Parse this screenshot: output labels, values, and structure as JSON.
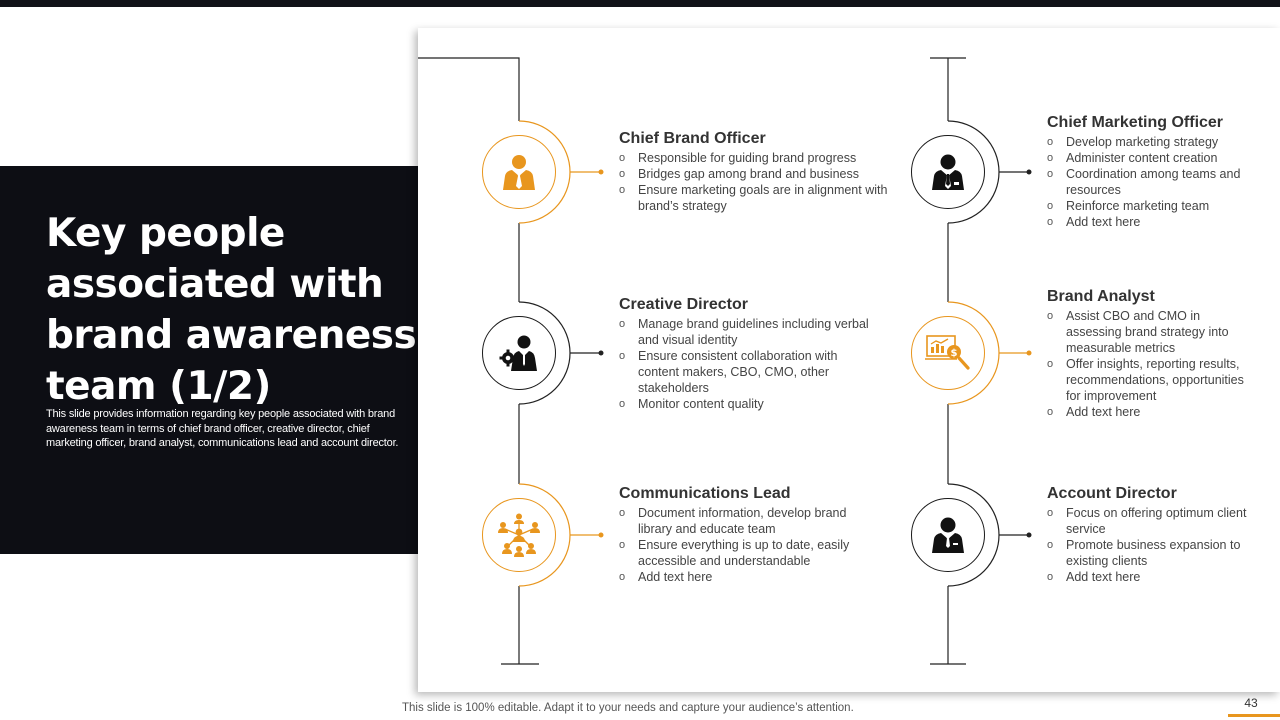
{
  "slide": {
    "title": "Key people associated with brand awareness team (1/2)",
    "description": "This slide provides information regarding key people associated with brand awareness team in terms of chief brand officer, creative director, chief marketing officer, brand analyst, communications lead and account director.",
    "footer_note": "This slide is 100% editable. Adapt it to your needs and capture your audience’s attention.",
    "page_number": "43"
  },
  "colors": {
    "accent": "#e8961e",
    "dark": "#0d0e14"
  },
  "roles": [
    {
      "title": "Chief Brand Officer",
      "icon": "businessman-icon",
      "bullets": [
        "Responsible for guiding brand progress",
        "Bridges gap among brand and business",
        "Ensure marketing goals are in alignment with brand’s strategy"
      ]
    },
    {
      "title": "Creative Director",
      "icon": "gear-person-icon",
      "bullets": [
        "Manage brand guidelines including verbal and visual identity",
        "Ensure consistent collaboration with content makers, CBO, CMO, other stakeholders",
        "Monitor content quality"
      ]
    },
    {
      "title": "Communications Lead",
      "icon": "team-network-icon",
      "bullets": [
        "Document information, develop brand library and educate team",
        "Ensure everything is up to date, easily accessible and understandable",
        "Add text here"
      ]
    },
    {
      "title": "Chief Marketing Officer",
      "icon": "executive-icon",
      "bullets": [
        "Develop marketing strategy",
        "Administer content creation",
        "Coordination among teams and resources",
        "Reinforce marketing team",
        "Add text here"
      ]
    },
    {
      "title": "Brand Analyst",
      "icon": "analytics-magnifier-icon",
      "bullets": [
        "Assist CBO and CMO in assessing brand strategy into measurable metrics",
        "Offer insights, reporting results, recommendations, opportunities for improvement",
        "Add text here"
      ]
    },
    {
      "title": "Account Director",
      "icon": "manager-icon",
      "bullets": [
        "Focus on offering optimum client service",
        "Promote business expansion to existing clients",
        "Add text here"
      ]
    }
  ]
}
